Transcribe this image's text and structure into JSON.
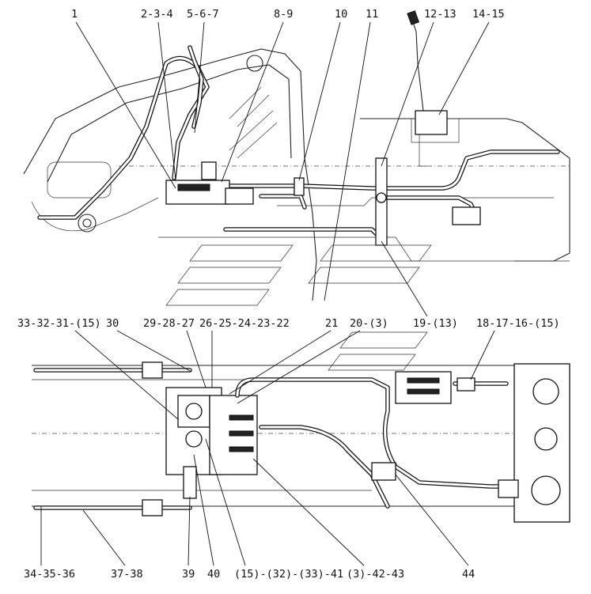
{
  "callouts": [
    {
      "id": "1",
      "text": "1"
    },
    {
      "id": "2",
      "text": "2-3-4"
    },
    {
      "id": "3",
      "text": "5-6-7"
    },
    {
      "id": "4",
      "text": "8-9"
    },
    {
      "id": "5",
      "text": "10"
    },
    {
      "id": "6",
      "text": "11"
    },
    {
      "id": "7",
      "text": "12-13"
    },
    {
      "id": "8",
      "text": "14-15"
    },
    {
      "id": "9",
      "text": "19-(13)"
    },
    {
      "id": "10",
      "text": "33-32-31-(15)"
    },
    {
      "id": "11",
      "text": "30"
    },
    {
      "id": "12",
      "text": "29-28-27"
    },
    {
      "id": "13",
      "text": "26-25-24-23-22"
    },
    {
      "id": "14",
      "text": "21"
    },
    {
      "id": "15",
      "text": "20-(3)"
    },
    {
      "id": "16",
      "text": "18-17-16-(15)"
    },
    {
      "id": "17",
      "text": "34-35-36"
    },
    {
      "id": "18",
      "text": "37-38"
    },
    {
      "id": "19",
      "text": "39"
    },
    {
      "id": "20",
      "text": "40"
    },
    {
      "id": "21",
      "text": "(15)-(32)-(33)-41"
    },
    {
      "id": "22",
      "text": "(3)-42-43"
    },
    {
      "id": "23",
      "text": "44"
    }
  ]
}
